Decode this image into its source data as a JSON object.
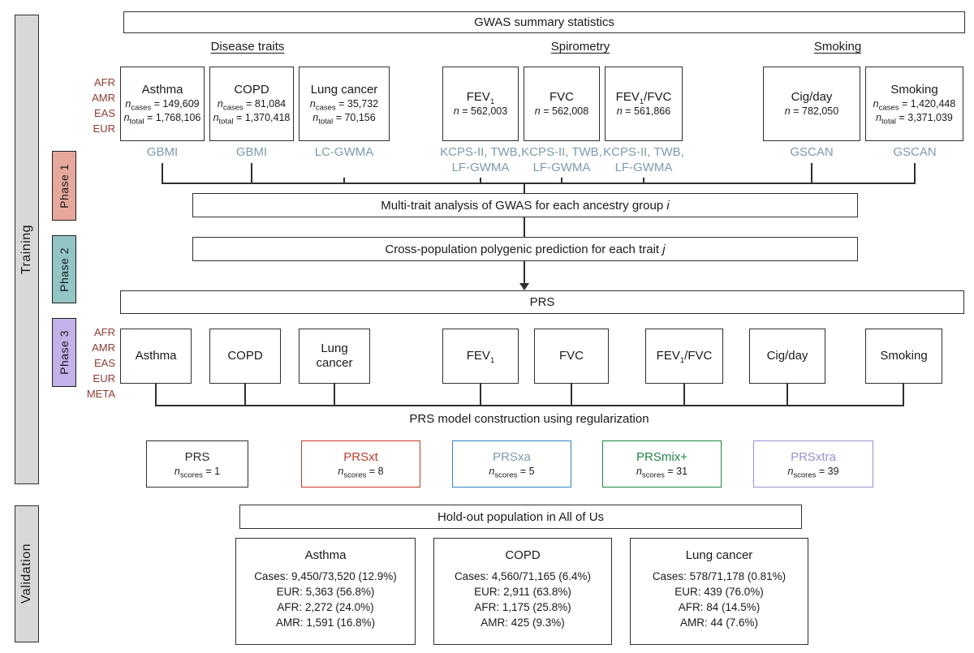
{
  "palette": {
    "box_border": "#2f2f2f",
    "source_text": "#7d9aac",
    "ancestry_text": "#8e3b32",
    "sidebar_bg": "#d8d8d8",
    "phase1_bg": "#e6a89c",
    "phase2_bg": "#92c5c4",
    "phase3_bg": "#c3b1e9",
    "score_red": "#c33a28",
    "score_blue_border": "#2e86c4",
    "score_blue_text": "#7d9aac",
    "score_green": "#1e8444",
    "score_purple": "#9d8fd0"
  },
  "sidebars": {
    "training": "Training",
    "validation": "Validation"
  },
  "phase_labels": [
    "Phase 1",
    "Phase 2",
    "Phase 3"
  ],
  "gwas": {
    "banner": "GWAS summary statistics",
    "group_headers": [
      "Disease traits",
      "Spirometry",
      "Smoking"
    ],
    "ancestries": [
      "AFR",
      "AMR",
      "EAS",
      "EUR"
    ],
    "trait_boxes": [
      {
        "title_main": "Asthma",
        "title_sub": "",
        "title_after": "",
        "stats": [
          {
            "var": "n",
            "sub": "cases",
            "val": "= 149,609"
          },
          {
            "var": "n",
            "sub": "total",
            "val": "= 1,768,106"
          }
        ],
        "source_lines": [
          "GBMI",
          ""
        ]
      },
      {
        "title_main": "COPD",
        "title_sub": "",
        "title_after": "",
        "stats": [
          {
            "var": "n",
            "sub": "cases",
            "val": "= 81,084"
          },
          {
            "var": "n",
            "sub": "total",
            "val": "= 1,370,418"
          }
        ],
        "source_lines": [
          "GBMI",
          ""
        ]
      },
      {
        "title_main": "Lung cancer",
        "title_sub": "",
        "title_after": "",
        "stats": [
          {
            "var": "n",
            "sub": "cases",
            "val": "= 35,732"
          },
          {
            "var": "n",
            "sub": "total",
            "val": "= 70,156"
          }
        ],
        "source_lines": [
          "LC-GWMA",
          ""
        ]
      },
      {
        "title_main": "FEV",
        "title_sub": "1",
        "title_after": "",
        "stats": [
          {
            "var": "n",
            "sub": "",
            "val": "= 562,003"
          }
        ],
        "source_lines": [
          "KCPS-II, TWB,",
          "LF-GWMA"
        ]
      },
      {
        "title_main": "FVC",
        "title_sub": "",
        "title_after": "",
        "stats": [
          {
            "var": "n",
            "sub": "",
            "val": "= 562,008"
          }
        ],
        "source_lines": [
          "KCPS-II, TWB,",
          "LF-GWMA"
        ]
      },
      {
        "title_main": "FEV",
        "title_sub": "1",
        "title_after": "/FVC",
        "stats": [
          {
            "var": "n",
            "sub": "",
            "val": "= 561,866"
          }
        ],
        "source_lines": [
          "KCPS-II, TWB,",
          "LF-GWMA"
        ]
      },
      {
        "title_main": "Cig/day",
        "title_sub": "",
        "title_after": "",
        "stats": [
          {
            "var": "n",
            "sub": "",
            "val": "= 782,050"
          }
        ],
        "source_lines": [
          "GSCAN",
          ""
        ]
      },
      {
        "title_main": "Smoking",
        "title_sub": "",
        "title_after": "",
        "stats": [
          {
            "var": "n",
            "sub": "cases",
            "val": "= 1,420,448"
          },
          {
            "var": "n",
            "sub": "total",
            "val": "= 3,371,039"
          }
        ],
        "source_lines": [
          "GSCAN",
          ""
        ]
      }
    ]
  },
  "banners": {
    "multi_trait": "Multi-trait analysis of GWAS  for each ancestry group",
    "multi_trait_italic": "i",
    "cross_pop": "Cross-population polygenic prediction for each trait",
    "cross_pop_italic": "j",
    "prs": "PRS",
    "construction": "PRS model construction using regularization"
  },
  "phase3": {
    "ancestries": [
      "AFR",
      "AMR",
      "EAS",
      "EUR",
      "META"
    ],
    "trait_boxes": [
      {
        "main": "Asthma",
        "sub": "",
        "after": ""
      },
      {
        "main": "COPD",
        "sub": "",
        "after": ""
      },
      {
        "main": "Lung cancer",
        "sub": "",
        "after": ""
      },
      {
        "main": "FEV",
        "sub": "1",
        "after": ""
      },
      {
        "main": "FVC",
        "sub": "",
        "after": ""
      },
      {
        "main": "FEV",
        "sub": "1",
        "after": "/FVC"
      },
      {
        "main": "Cig/day",
        "sub": "",
        "after": ""
      },
      {
        "main": "Smoking",
        "sub": "",
        "after": ""
      }
    ]
  },
  "score_boxes": [
    {
      "name": "PRS",
      "var": "n",
      "sub": "scores",
      "val": "= 1",
      "border_color": "#2f2f2f",
      "name_color": "#2f2f2f"
    },
    {
      "name": "PRSxt",
      "var": "n",
      "sub": "scores",
      "val": "= 8",
      "border_color": "#c33a28",
      "name_color": "#c33a28"
    },
    {
      "name": "PRSxa",
      "var": "n",
      "sub": "scores",
      "val": "= 5",
      "border_color": "#2e86c4",
      "name_color": "#7d9aac"
    },
    {
      "name": "PRSmix+",
      "var": "n",
      "sub": "scores",
      "val": "= 31",
      "border_color": "#1e8444",
      "name_color": "#1e8444"
    },
    {
      "name": "PRSxtra",
      "var": "n",
      "sub": "scores",
      "val": "= 39",
      "border_color": "#9d8fd0",
      "name_color": "#9d8fd0"
    }
  ],
  "validation": {
    "banner": "Hold-out population in All of Us",
    "cohort_boxes": [
      {
        "title": "Asthma",
        "lines": [
          "Cases: 9,450/73,520 (12.9%)",
          "EUR: 5,363 (56.8%)",
          "AFR: 2,272 (24.0%)",
          "AMR: 1,591 (16.8%)"
        ]
      },
      {
        "title": "COPD",
        "lines": [
          "Cases: 4,560/71,165 (6.4%)",
          "EUR: 2,911 (63.8%)",
          "AFR: 1,175 (25.8%)",
          "AMR: 425 (9.3%)"
        ]
      },
      {
        "title": "Lung cancer",
        "lines": [
          "Cases: 578/71,178 (0.81%)",
          "EUR: 439 (76.0%)",
          "AFR: 84 (14.5%)",
          "AMR: 44 (7.6%)"
        ]
      }
    ]
  }
}
